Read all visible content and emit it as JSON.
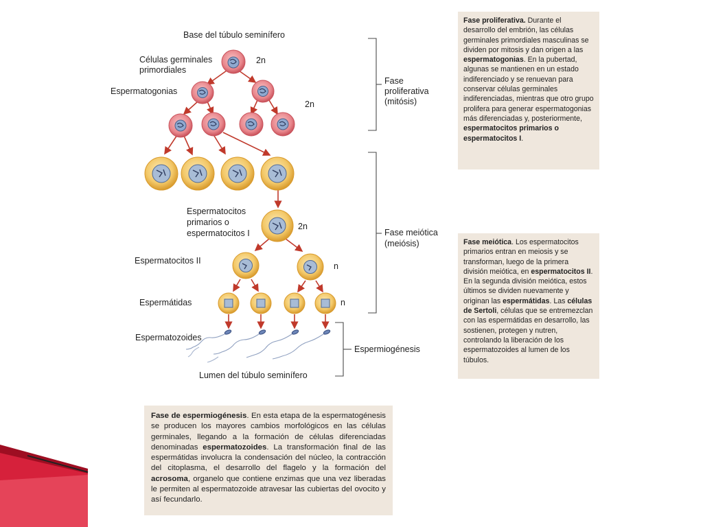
{
  "diagram": {
    "labels": {
      "base": "Base del túbulo seminífero",
      "primordial_1": "Células germinales",
      "primordial_2": "primordiales",
      "espermatogonias": "Espermatogonias",
      "primarios_1": "Espermatocitos",
      "primarios_2": "primarios o",
      "primarios_3": "espermatocitos I",
      "secundarios": "Espermatocitos II",
      "espermatidas": "Espermátidas",
      "espermatozoides": "Espermatozoides",
      "lumen": "Lumen del túbulo seminífero"
    },
    "ploidy": {
      "primordial": "2n",
      "espermatogonias": "2n",
      "primarios": "2n",
      "secundarios": "n",
      "espermatidas": "n"
    },
    "phases": {
      "proliferativa_1": "Fase",
      "proliferativa_2": "proliferativa",
      "proliferativa_3": "(mitósis)",
      "meiotica_1": "Fase meiótica",
      "meiotica_2": "(meiósis)",
      "espermiogenesis": "Espermiogénesis"
    },
    "colors": {
      "spermatogonia_fill": "#e8868c",
      "spermatogonia_ring": "#c8515a",
      "spermatocyte_fill": "#f3c96a",
      "spermatocyte_ring": "#d89a2c",
      "arrow": "#c0392b",
      "accent_left": "#c0102a"
    }
  },
  "boxes": {
    "proliferativa": {
      "title": "Fase proliferativa.",
      "t1": " Durante el desarrollo del embrión, las células germinales primordiales masculinas se dividen por mitosis y dan origen a las ",
      "b1": "espermatogonias",
      "t2": ". En la pubertad, algunas se mantienen en un estado indiferenciado y se renuevan para conservar células germinales indiferenciadas, mientras que otro grupo prolifera para generar espermatogonias más diferenciadas y, posteriormente, ",
      "b2": "espermatocitos primarios o espermatocitos I",
      "t3": "."
    },
    "meiotica": {
      "title": "Fase meiótica",
      "t1": ". Los espermatocitos primarios entran en meiosis y se transforman, luego de la primera división meiótica, en ",
      "b1": "espermatocitos II",
      "t2": ". En la segunda división meiótica, estos últimos se dividen nuevamente y originan las ",
      "b2": "espermátidas",
      "t3": ". Las ",
      "b3": "células de Sertoli",
      "t4": ", células que se entremezclan con las espermátidas en desarrollo, las sostienen, protegen y nutren, controlando la liberación de los espermatozoides al lumen de los túbulos."
    },
    "espermiogenesis": {
      "title": "Fase de espermiogénesis",
      "t1": ". En esta etapa de la espermatogénesis se producen los mayores cambios morfológicos en las células germinales, llegando a la formación de células diferenciadas denominadas ",
      "b1": "espermatozoides",
      "t2": ". La transformación final de las espermátidas involucra la condensación del núcleo, la contracción del citoplasma, el desarrollo del flagelo y la formación del ",
      "b2": "acrosoma",
      "t3": ", organelo que contiene enzimas que una vez liberadas le permiten al espermatozoide atravesar las cubiertas del ovocito y así fecundarlo."
    }
  }
}
